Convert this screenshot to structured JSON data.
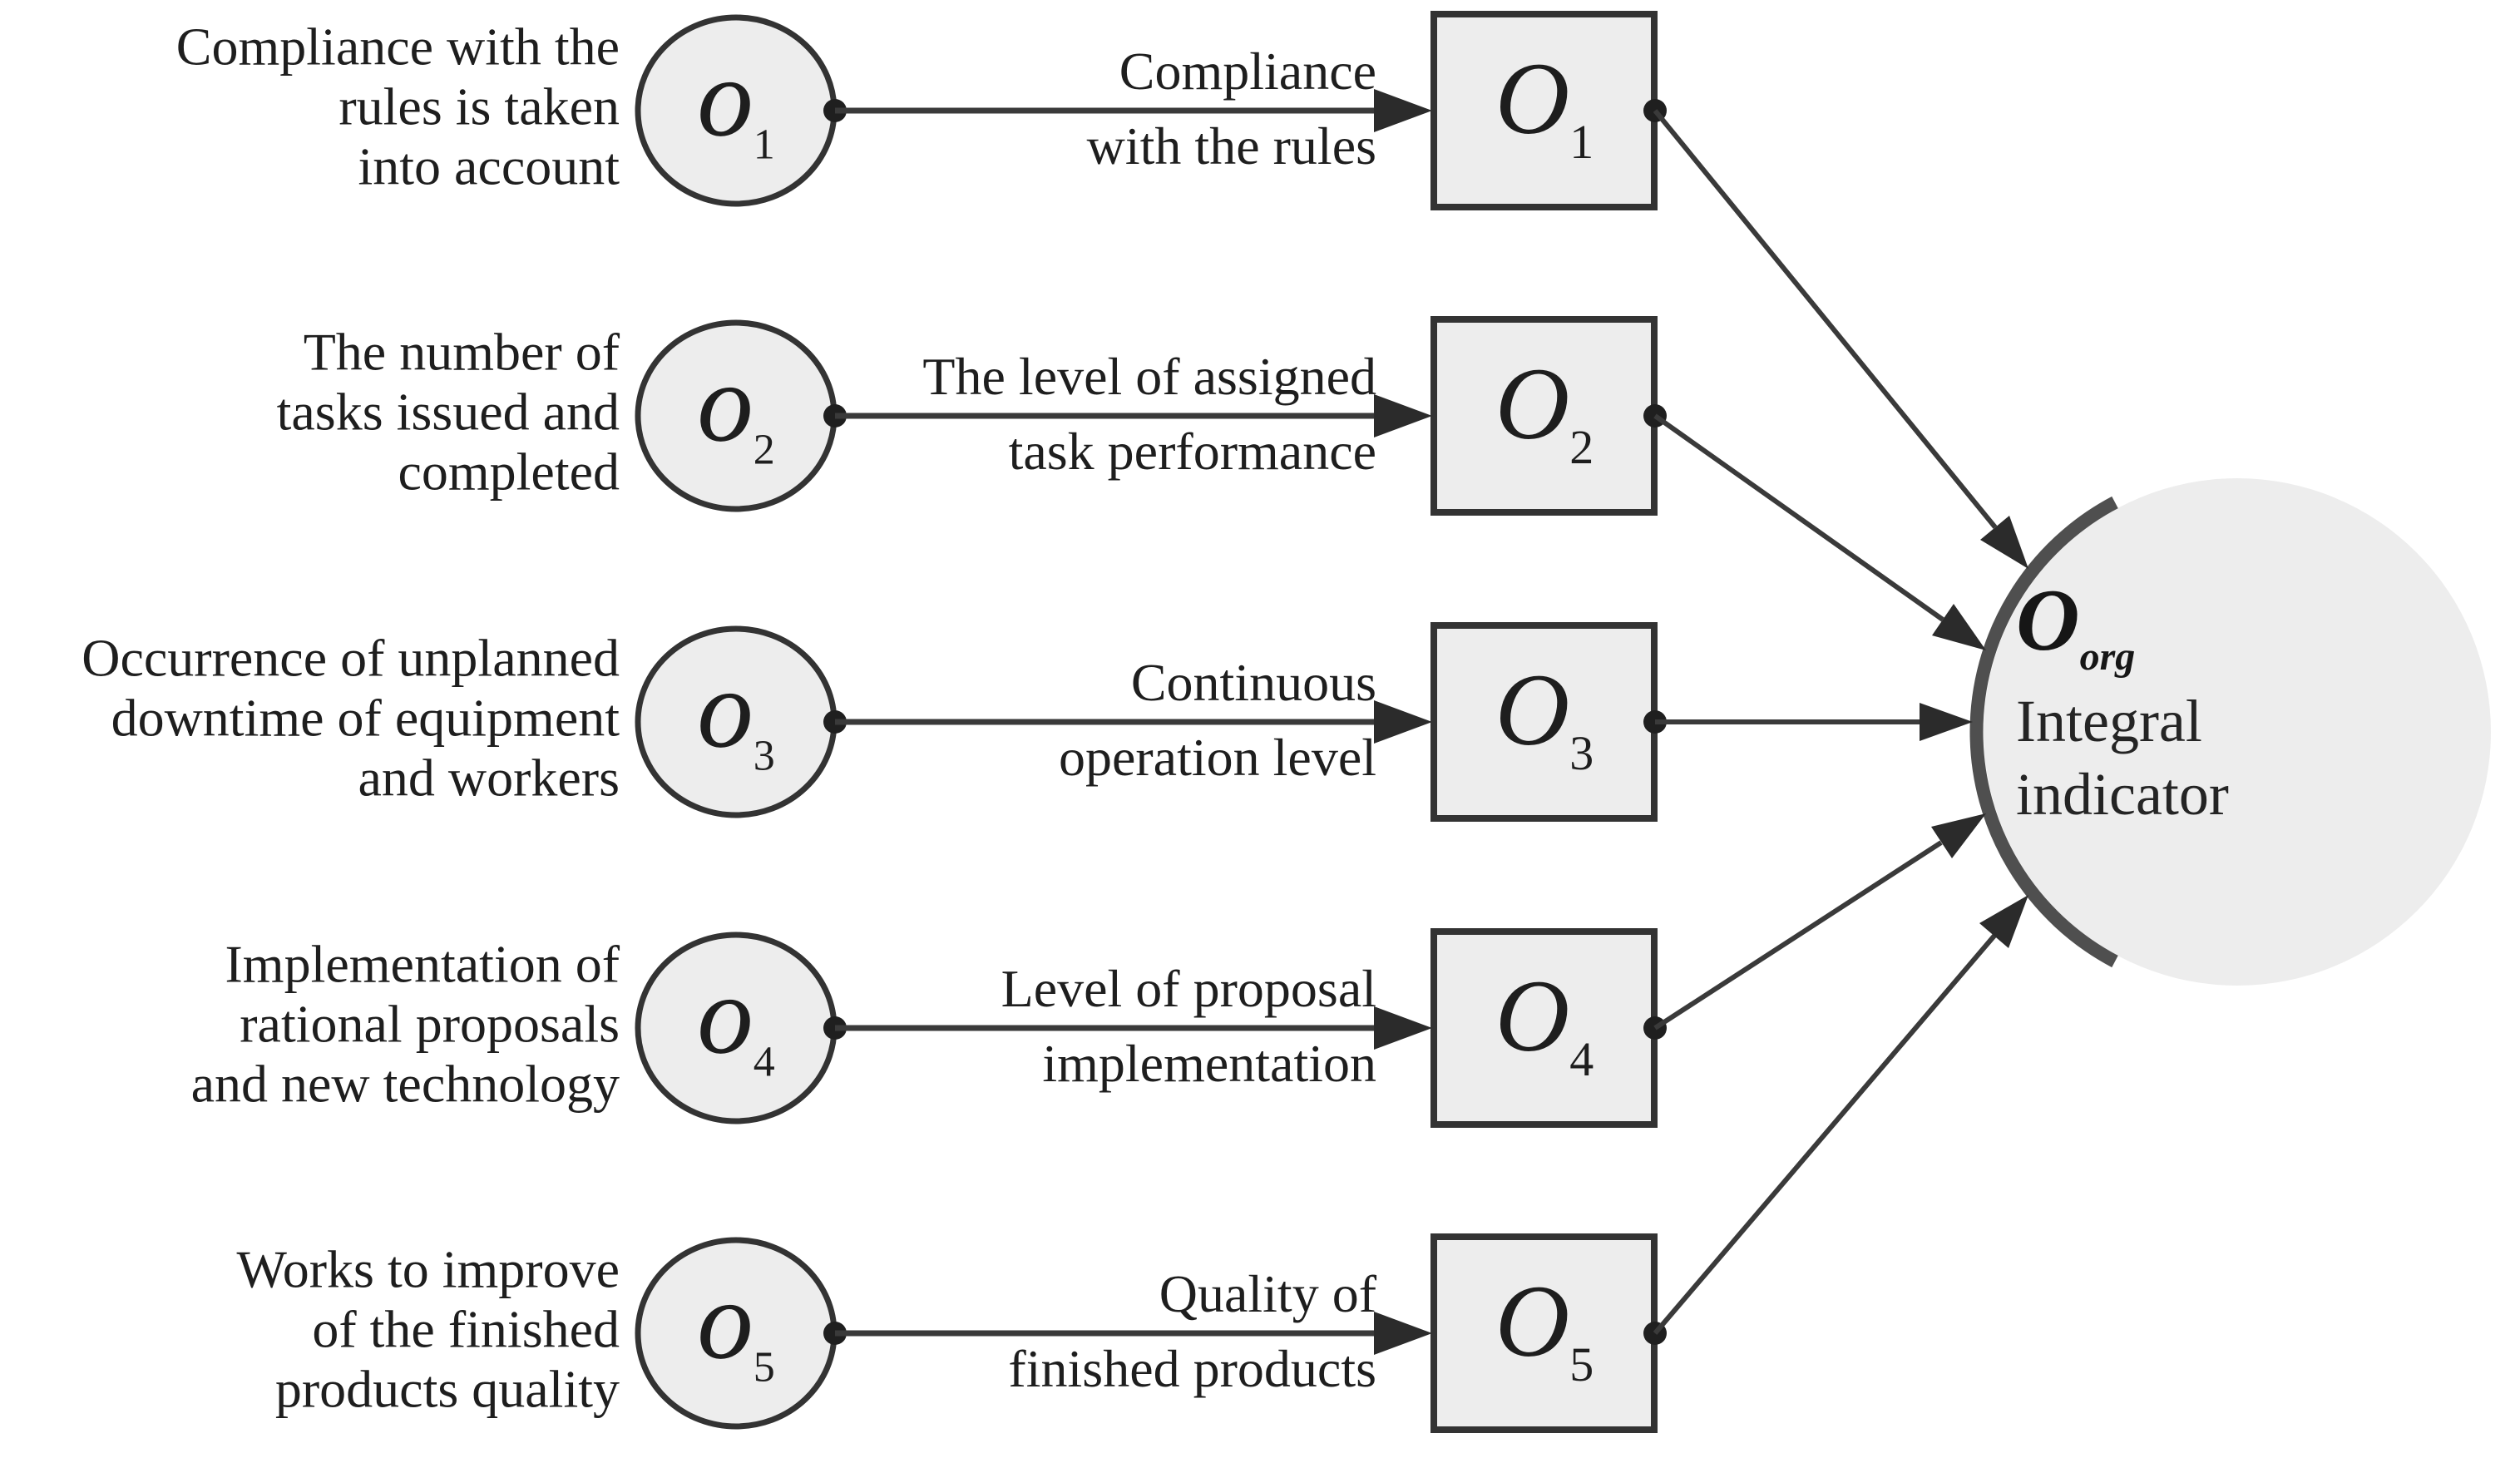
{
  "figure": {
    "type": "diagram",
    "colors": {
      "node_fill": "#ededed",
      "outline": "#333333",
      "arc_color": "#4f4f4f",
      "text_color": "#1e1e1e",
      "background": "#ffffff"
    },
    "rows": [
      {
        "description": "Compliance with the\nrules is taken\ninto account",
        "source": {
          "letter": "o",
          "sub": "1"
        },
        "edge_label": {
          "top": "Compliance",
          "bottom": "with the rules"
        },
        "target": {
          "letter": "O",
          "sub": "1"
        }
      },
      {
        "description": "The number of\ntasks issued and\ncompleted",
        "source": {
          "letter": "o",
          "sub": "2"
        },
        "edge_label": {
          "top": "The level of assigned",
          "bottom": "task performance"
        },
        "target": {
          "letter": "O",
          "sub": "2"
        }
      },
      {
        "description": "Occurrence of unplanned\ndowntime of equipment\nand workers",
        "source": {
          "letter": "o",
          "sub": "3"
        },
        "edge_label": {
          "top": "Continuous",
          "bottom": "operation level"
        },
        "target": {
          "letter": "O",
          "sub": "3"
        }
      },
      {
        "description": "Implementation of\nrational proposals\nand new technology",
        "source": {
          "letter": "o",
          "sub": "4"
        },
        "edge_label": {
          "top": "Level of proposal",
          "bottom": "implementation"
        },
        "target": {
          "letter": "O",
          "sub": "4"
        }
      },
      {
        "description": "Works to improve\nof the finished\nproducts quality",
        "source": {
          "letter": "o",
          "sub": "5"
        },
        "edge_label": {
          "top": "Quality of",
          "bottom": "finished products"
        },
        "target": {
          "letter": "O",
          "sub": "5"
        }
      }
    ],
    "integral": {
      "letter": "O",
      "sub": "org",
      "caption": "Integral\nindicator"
    }
  }
}
